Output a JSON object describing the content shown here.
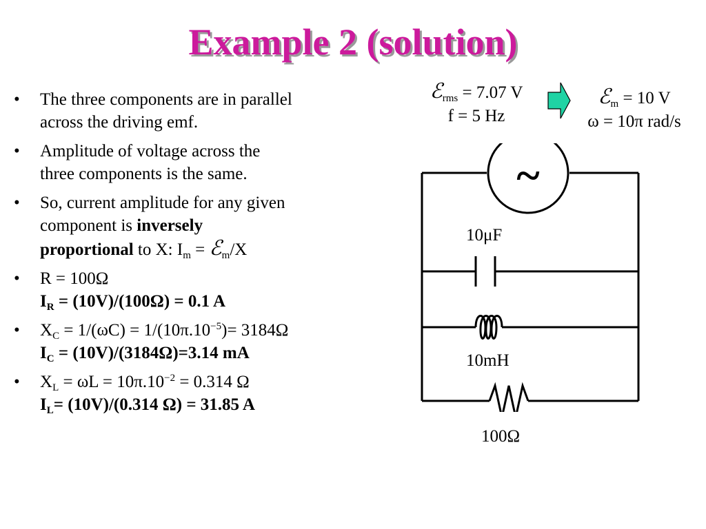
{
  "slide": {
    "title": "Example 2 (solution)"
  },
  "bullets": {
    "b1": {
      "line1": "The three components are in parallel",
      "line2": "across the driving emf."
    },
    "b2": {
      "line1": "Amplitude of voltage across the",
      "line2": "three components is the same."
    },
    "b3": {
      "line1": "So, current amplitude for any given",
      "line2_pre": "component is ",
      "line2_bold": "inversely",
      "line3_bold": "proportional",
      "line3_text": " to X: I",
      "sub_m": "m",
      "eq": " = ",
      "script_e": "ℰ",
      "sub_m2": "m",
      "tail": "/X"
    },
    "b4": {
      "line1": "R = 100Ω",
      "i_label": "I",
      "i_sub": "R",
      "i_expr": " = (10V)/(100Ω)  = 0.1 A"
    },
    "b5": {
      "x_label": "X",
      "x_sub": "C",
      "expr_pre": " = 1/(ωC) = 1/(10π.10",
      "exp": "−5",
      "expr_post": ")= 3184Ω",
      "i_label": "I",
      "i_sub": "C",
      "i_expr": " = (10V)/(3184Ω)=3.14 mA"
    },
    "b6": {
      "x_label": "X",
      "x_sub": "L",
      "expr_pre": " = ωL = 10π.10",
      "exp": "−2",
      "expr_post": " = 0.314 Ω",
      "i_label": "I",
      "i_sub": "L",
      "i_expr": "= (10V)/(0.314 Ω) = 31.85 A"
    },
    "bullet_char": "•"
  },
  "source_info": {
    "rms": {
      "script_e": "ℰ",
      "sub": "rms",
      "value": " = 7.07 V",
      "freq": "f = 5 Hz"
    },
    "peak": {
      "script_e": "ℰ",
      "sub": "m",
      "value": " = 10 V",
      "omega": "ω = 10π rad/s"
    },
    "arrow_icon": "right-arrow-icon",
    "arrow_color": "#1fd3a4"
  },
  "circuit": {
    "source_symbol": "~",
    "capacitor_label": "10μF",
    "inductor_label": "10mH",
    "resistor_label": "100Ω"
  },
  "colors": {
    "title": "#cc1a9c",
    "title_shadow": "#9a9a9a"
  }
}
